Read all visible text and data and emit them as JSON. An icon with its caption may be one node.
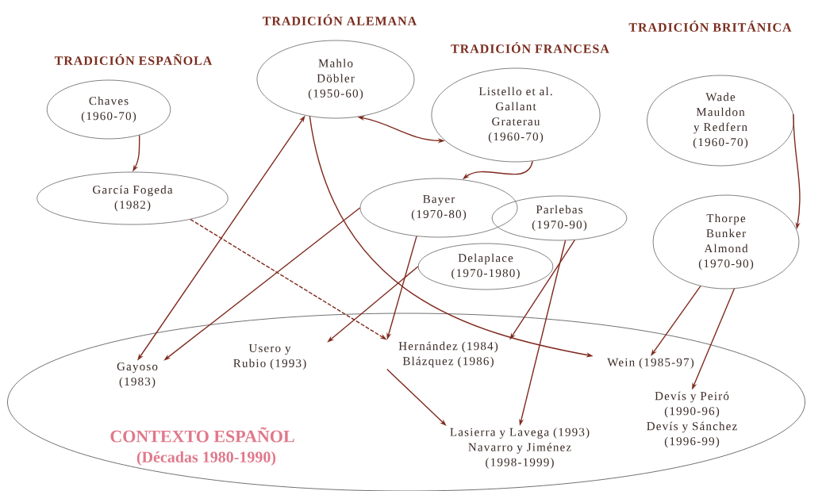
{
  "diagram": {
    "nodes": [
      {
        "text": [
          "Chaves",
          "(1960-70)"
        ]
      },
      {
        "text": [
          "García Fogeda",
          "(1982)"
        ]
      },
      {
        "text": [
          "Mahlo",
          "Döbler",
          "(1950-60)"
        ]
      },
      {
        "text": [
          "Listello et al.",
          "Gallant",
          "Graterau",
          "(1960-70)"
        ]
      },
      {
        "text": [
          "Wade",
          "Mauldon y Redfern",
          "(1960-70)"
        ]
      },
      {
        "text": [
          "Bayer",
          "(1970-80)"
        ]
      },
      {
        "text": [
          "Parlebas",
          "(1970-90)"
        ]
      },
      {
        "text": [
          "Delaplace",
          "(1970-1980)"
        ]
      },
      {
        "text": [
          "Thorpe",
          "Bunker",
          "Almond",
          "(1970-90)"
        ]
      },
      {
        "text": [
          "CONTEXTO ESPAÑOL",
          "(Décadas 1980-1990)"
        ]
      },
      {
        "text": [
          "Gayoso (1983)"
        ],
        "in": 9
      },
      {
        "text": [
          "Usero y Rubio (1993)"
        ],
        "in": 9
      },
      {
        "text": [
          "Hernández (1984)",
          "Blázquez (1986)"
        ],
        "in": 9
      },
      {
        "text": [
          "Wein (1985-97)"
        ],
        "in": 9
      },
      {
        "text": [
          "Lasierra y Lavega (1993)",
          "Navarro y Jiménez (1998-1999)"
        ],
        "in": 9
      },
      {
        "text": [
          "Devís y Peiró (1990-96)",
          "Devís y Sánchez (1996-99)"
        ],
        "in": 9
      }
    ],
    "edges": [
      {
        "from": 0,
        "to": 1,
        "arrow": "to"
      },
      {
        "from": 3,
        "to": 2,
        "arrow": "both"
      },
      {
        "from": 2,
        "to": 10,
        "arrow": "both"
      },
      {
        "from": 5,
        "to": 10,
        "arrow": "to"
      },
      {
        "from": 3,
        "to": 5,
        "arrow": "to"
      },
      {
        "from": 1,
        "to": 12,
        "arrow": "to",
        "style": "dashed"
      },
      {
        "from": 5,
        "to": 12,
        "arrow": "to"
      },
      {
        "from": 7,
        "to": 11,
        "arrow": "to"
      },
      {
        "from": 6,
        "to": 12,
        "arrow": "to"
      },
      {
        "from": 6,
        "to": 14,
        "arrow": "to"
      },
      {
        "from": 2,
        "to": 13,
        "arrow": "to"
      },
      {
        "from": 12,
        "to": 14,
        "arrow": "to"
      },
      {
        "from": 8,
        "to": 13,
        "arrow": "to"
      },
      {
        "from": 8,
        "to": 15,
        "arrow": "to"
      },
      {
        "from": 4,
        "to": 8,
        "arrow": "to"
      }
    ],
    "labels": [
      "TRADICIÓN ALEMANA",
      "TRADICIÓN BRITÁNICA",
      "TRADICIÓN ESPAÑOLA",
      "TRADICIÓN FRANCESA"
    ]
  }
}
